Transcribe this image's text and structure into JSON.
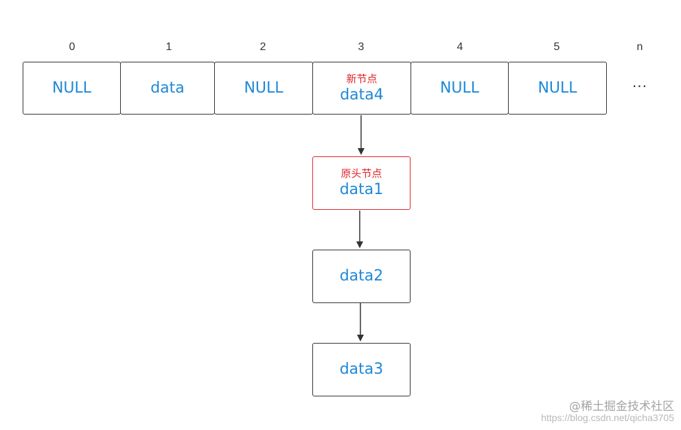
{
  "array": {
    "indices": [
      "0",
      "1",
      "2",
      "3",
      "4",
      "5",
      "n"
    ],
    "cells": [
      {
        "value": "NULL",
        "tag": ""
      },
      {
        "value": "data",
        "tag": ""
      },
      {
        "value": "NULL",
        "tag": ""
      },
      {
        "value": "data4",
        "tag": "新节点"
      },
      {
        "value": "NULL",
        "tag": ""
      },
      {
        "value": "NULL",
        "tag": ""
      }
    ],
    "ellipsis": "···"
  },
  "chain": [
    {
      "value": "data1",
      "tag": "原头节点"
    },
    {
      "value": "data2",
      "tag": ""
    },
    {
      "value": "data3",
      "tag": ""
    }
  ],
  "colors": {
    "value_text": "#1e88d8",
    "highlight": "#e0252b",
    "border": "#333333"
  },
  "watermark": {
    "brand": "@稀土掘金技术社区",
    "url": "https://blog.csdn.net/qicha3705"
  }
}
